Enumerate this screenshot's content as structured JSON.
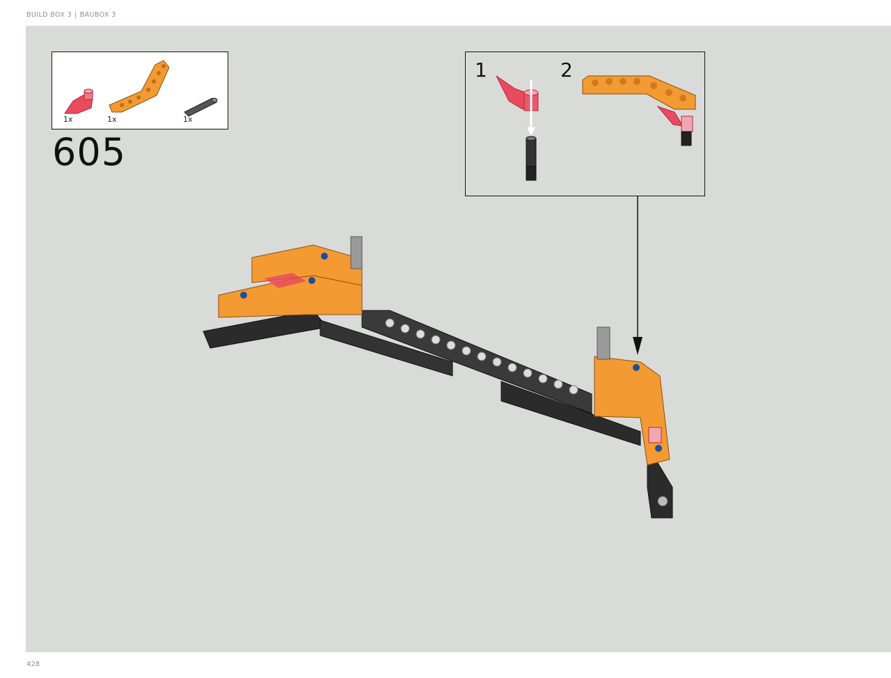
{
  "header": {
    "left": "BUILD BOX 3",
    "separator": "|",
    "right": "BAUBOX 3"
  },
  "parts": [
    {
      "name": "trans-red-wing-piece",
      "qty": "1x"
    },
    {
      "name": "orange-bent-liftarm",
      "qty": "1x"
    },
    {
      "name": "dark-grey-axle-pin",
      "qty": "1x"
    }
  ],
  "step": {
    "number": "605"
  },
  "substeps": [
    {
      "label": "1"
    },
    {
      "label": "2"
    }
  ],
  "colors": {
    "background": "#d9dbd9",
    "orange": "#f39a33",
    "black": "#2b2b2b",
    "trans_red": "#e8495c"
  },
  "page": {
    "number": "428"
  }
}
